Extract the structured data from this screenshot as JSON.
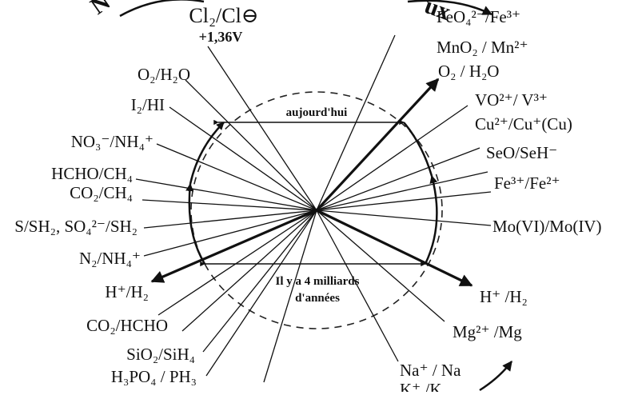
{
  "header": {
    "left_arc_text": "N",
    "right_arc_text": "ux",
    "top_couple": "Cl₂/Cl⊖",
    "top_potential": "+1,36V"
  },
  "boxes": {
    "today": "aujourd'hui",
    "past_line1": "Il y a 4 milliards",
    "past_line2": "d'années"
  },
  "left_couples": [
    "O₂/H₂O",
    "I₂/HI",
    "NO₃⁻/NH₄⁺",
    "HCHO/CH₄",
    "CO₂/CH₄",
    "S/SH₂, SO₄²⁻/SH₂",
    "N₂/NH₄⁺",
    "H⁺/H₂",
    "CO₂/HCHO",
    "SiO₂/SiH₄",
    "H₃PO₄ / PH₃"
  ],
  "right_couples": [
    "FeO₄²⁻/Fe³⁺",
    "MnO₂ / Mn²⁺",
    "O₂ / H₂O",
    "VO²⁺/ V³⁺",
    "Cu²⁺/Cu⁺(Cu)",
    "SeO/SeH⁻",
    "Fe³⁺/Fe²⁺",
    "Mo(VI)/Mo(IV)",
    "H⁺ /H₂",
    "Mg²⁺ /Mg",
    "Na⁺ / Na",
    "K⁺ /K"
  ]
}
